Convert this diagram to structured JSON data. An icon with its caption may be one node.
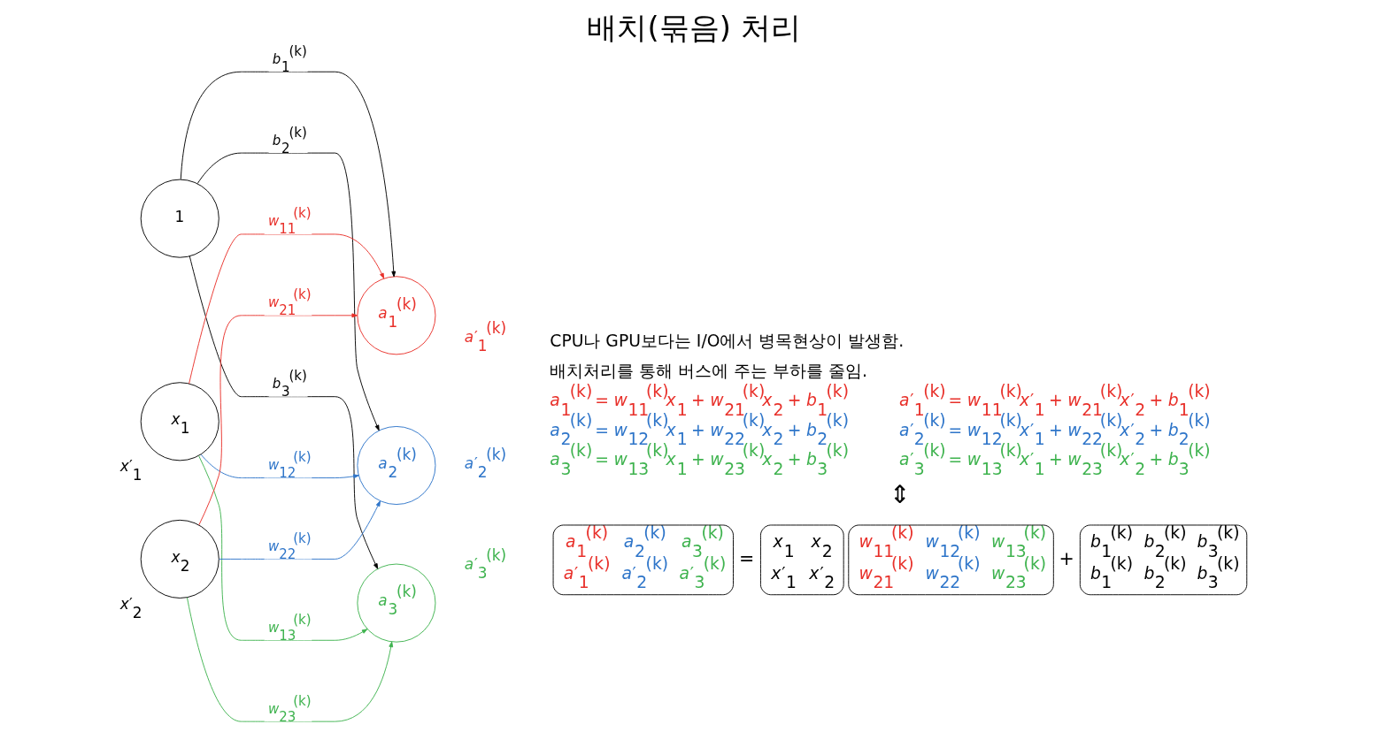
{
  "diagram": {
    "title": "배치(묶음) 처리",
    "nodes": [
      {
        "text": [
          "1"
        ]
      },
      {
        "text": [
          "*x*$_{1}$"
        ],
        "beside": [
          "*x*′$_{1}$"
        ]
      },
      {
        "text": [
          "*x*$_{2}$"
        ],
        "beside": [
          "*x*′$_{2}$"
        ]
      },
      {
        "text": [
          "*a*$_{1}$$^{(k)}$"
        ],
        "beside": [
          "*a*′$_{1}$$^{(k)}$"
        ]
      },
      {
        "text": [
          "*a*$_{2}$$^{(k)}$"
        ],
        "beside": [
          "*a*′$_{2}$$^{(k)}$"
        ]
      },
      {
        "text": [
          "*a*$_{3}$$^{(k)}$"
        ],
        "beside": [
          "*a*′$_{3}$$^{(k)}$"
        ]
      }
    ],
    "edges": [
      {
        "from": 0,
        "to": 3,
        "arrow": "to",
        "label": "*b*$_{1}$$^{(k)}$"
      },
      {
        "from": 0,
        "to": 4,
        "arrow": "to",
        "label": "*b*$_{2}$$^{(k)}$"
      },
      {
        "from": 0,
        "to": 5,
        "arrow": "to",
        "label": "*b*$_{3}$$^{(k)}$"
      },
      {
        "from": 1,
        "to": 3,
        "arrow": "to",
        "label": "*w*$_{11}$$^{(k)}$",
        "color": "#e8302a"
      },
      {
        "from": 1,
        "to": 4,
        "arrow": "to",
        "label": "*w*$_{12}$$^{(k)}$",
        "color": "#2e75c9"
      },
      {
        "from": 1,
        "to": 5,
        "arrow": "to",
        "label": "*w*$_{13}$$^{(k)}$",
        "color": "#3fb34f"
      },
      {
        "from": 2,
        "to": 3,
        "arrow": "to",
        "label": "*w*$_{21}$$^{(k)}$",
        "color": "#e8302a"
      },
      {
        "from": 2,
        "to": 4,
        "arrow": "to",
        "label": "*w*$_{22}$$^{(k)}$",
        "color": "#2e75c9"
      },
      {
        "from": 2,
        "to": 5,
        "arrow": "to",
        "label": "*w*$_{23}$$^{(k)}$",
        "color": "#3fb34f"
      }
    ],
    "labels": [
      "CPU나 GPU보다는 I/O에서 병목현상이 발생함.",
      "배치처리를 통해 버스에 주는 부하를 줄임.",
      "*a*$_{1}$$^{(k)}$ = *w*$_{11}$$^{(k)}$*x*$_{1}$ + *w*$_{21}$$^{(k)}$*x*$_{2}$ + *b*$_{1}$$^{(k)}$",
      "*a*′$_{1}$$^{(k)}$ = *w*$_{11}$$^{(k)}$*x*′$_{1}$ + *w*$_{21}$$^{(k)}$*x*′$_{2}$ + *b*$_{1}$$^{(k)}$",
      "*a*$_{2}$$^{(k)}$ = *w*$_{12}$$^{(k)}$*x*$_{1}$ + *w*$_{22}$$^{(k)}$*x*$_{2}$ + *b*$_{2}$$^{(k)}$",
      "*a*′$_{2}$$^{(k)}$ = *w*$_{12}$$^{(k)}$*x*′$_{1}$ + *w*$_{22}$$^{(k)}$*x*′$_{2}$ + *b*$_{2}$$^{(k)}$",
      "*a*$_{3}$$^{(k)}$ = *w*$_{13}$$^{(k)}$*x*$_{1}$ + *w*$_{23}$$^{(k)}$*x*$_{2}$ + *b*$_{3}$$^{(k)}$",
      "*a*′$_{3}$$^{(k)}$ = *w*$_{13}$$^{(k)}$*x*′$_{1}$ + *w*$_{23}$$^{(k)}$*x*′$_{2}$ + *b*$_{3}$$^{(k)}$",
      "⇕",
      "*a*$_{1}$$^{(k)}$",
      "*a*$_{2}$$^{(k)}$",
      "*a*$_{3}$$^{(k)}$",
      "=",
      "*x*$_{1}$",
      "*x*$_{2}$",
      "*w*$_{11}$$^{(k)}$",
      "*w*$_{12}$$^{(k)}$",
      "*w*$_{13}$$^{(k)}$",
      "+",
      "*b*$_{1}$$^{(k)}$",
      "*b*$_{2}$$^{(k)}$",
      "*b*$_{3}$$^{(k)}$",
      "*a*′$_{1}$$^{(k)}$",
      "*a*′$_{2}$$^{(k)}$",
      "*a*′$_{3}$$^{(k)}$",
      "*x*′$_{1}$",
      "*x*′$_{2}$",
      "*w*$_{21}$$^{(k)}$",
      "*w*$_{22}$$^{(k)}$",
      "*w*$_{23}$$^{(k)}$",
      "*b*$_{1}$$^{(k)}$",
      "*b*$_{2}$$^{(k)}$",
      "*b*$_{3}$$^{(k)}$"
    ]
  }
}
